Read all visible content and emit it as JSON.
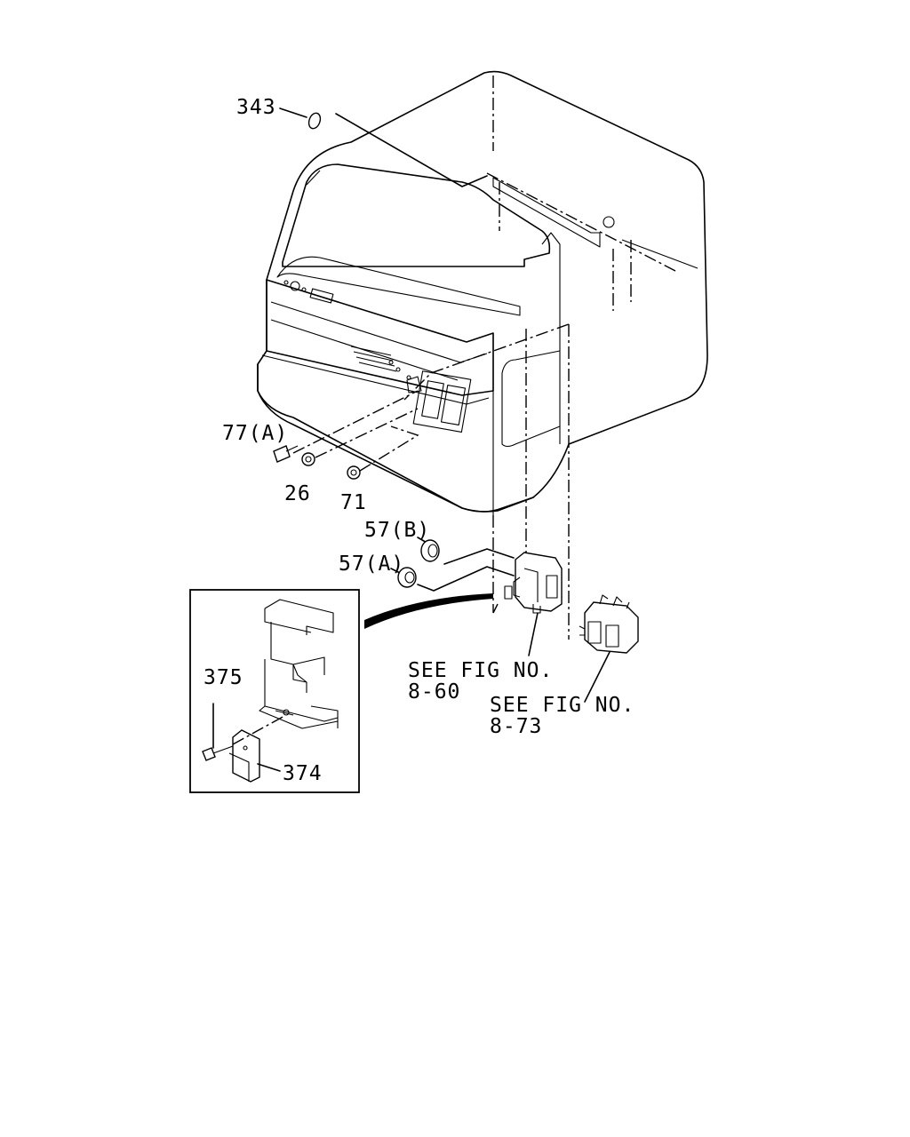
{
  "labels": {
    "p343": "343",
    "p77a": "77(A)",
    "p26": "26",
    "p71": "71",
    "p57b": "57(B)",
    "p57a": "57(A)",
    "p375": "375",
    "p374": "374",
    "see1_a": "SEE FIG NO.",
    "see1_b": "8-60",
    "see2_a": "SEE FIG NO.",
    "see2_b": "8-73"
  }
}
